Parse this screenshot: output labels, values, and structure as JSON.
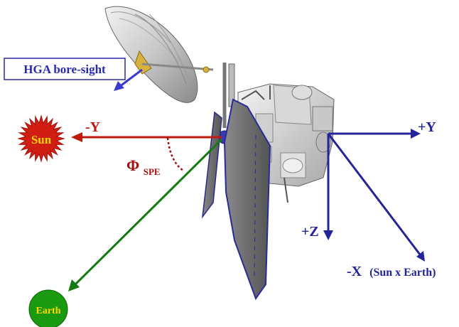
{
  "labels": {
    "hga_bore_sight": "HGA bore-sight",
    "sun": "Sun",
    "earth": "Earth",
    "minus_y": "-Y",
    "plus_y": "+Y",
    "plus_z": "+Z",
    "minus_x_main": "-X",
    "minus_x_note": "(Sun x Earth)",
    "phi_symbol": "Φ",
    "phi_subscript": "SPE"
  },
  "colors": {
    "sun_axis": "#c0180a",
    "earth_axis": "#157a12",
    "body_axes": "#24249a",
    "sun_fill": "#d21e12",
    "sun_text": "#ffd600",
    "earth_fill": "#1a9a10",
    "earth_text": "#ffd600",
    "phi_color": "#a01010",
    "hga_box_border": "#2a2aa0"
  },
  "icons": {
    "sun": "sun-starburst-icon",
    "earth": "earth-disc-icon",
    "spacecraft": "spacecraft-illustration"
  }
}
